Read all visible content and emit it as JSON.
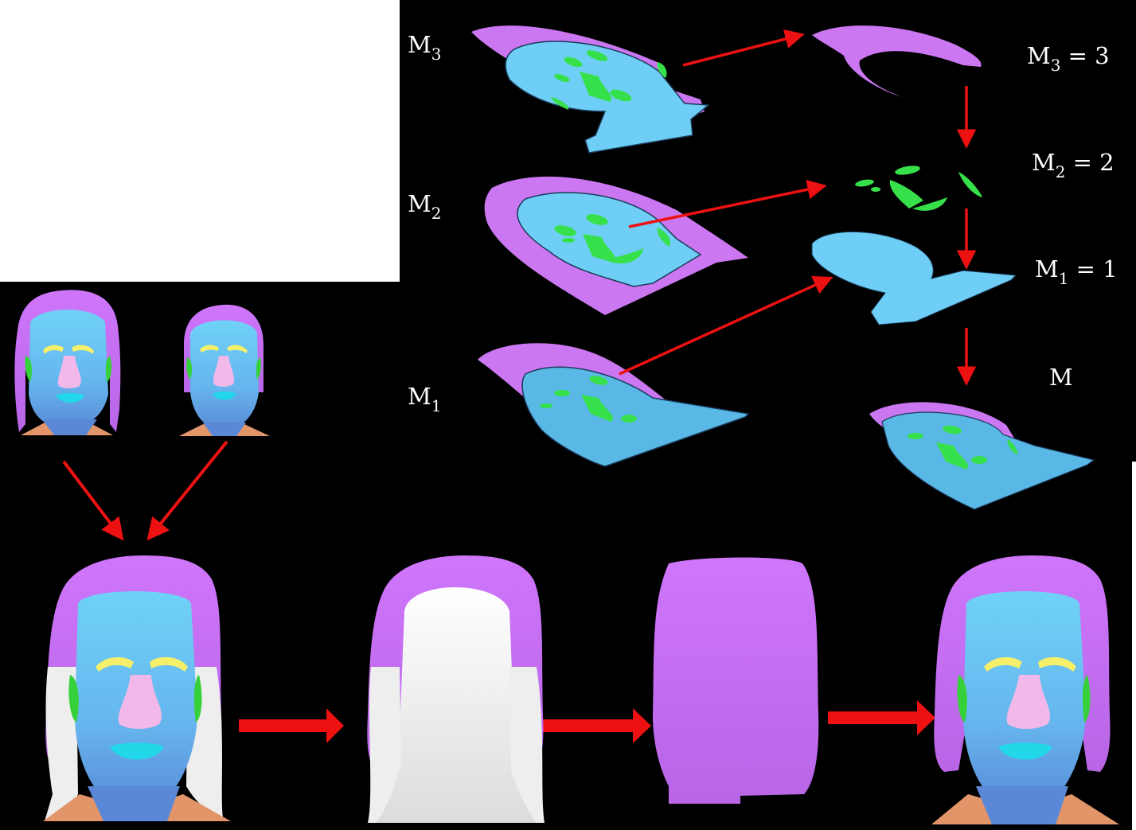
{
  "labels": {
    "m3_left": {
      "base": "M",
      "sub": "3"
    },
    "m2_left": {
      "base": "M",
      "sub": "2"
    },
    "m1_left": {
      "base": "M",
      "sub": "1"
    },
    "m3_right": {
      "base": "M",
      "sub": "3",
      "eq": " = 3"
    },
    "m2_right": {
      "base": "M",
      "sub": "2",
      "eq": " = 2"
    },
    "m1_right": {
      "base": "M",
      "sub": "1",
      "eq": " = 1"
    },
    "m_final": {
      "base": "M"
    }
  },
  "colors": {
    "background": "#000000",
    "hair": "#cc77f2",
    "skin": "#6fcef5",
    "skin_dark": "#5a9ad8",
    "eyebrow": "#f5ef6a",
    "nose": "#f0b6e8",
    "lips": "#22d8e8",
    "ear": "#36d13a",
    "neck_clothes": "#e3956a",
    "features_green": "#33e04a",
    "white_region": "#f2f2f2",
    "arrow": "#ee1111"
  }
}
